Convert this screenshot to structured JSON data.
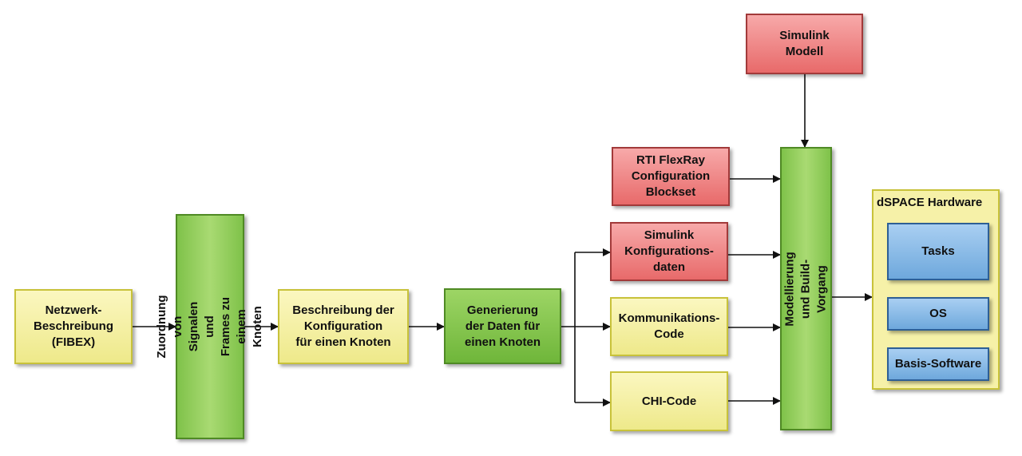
{
  "nodes": {
    "netzwerk": "Netzwerk-\nBeschreibung\n(FIBEX)",
    "zuordnung": "Zuordnung von Signalen\nund Frames zu einem Knoten",
    "beschreibung": "Beschreibung der\nKonfiguration\nfür einen Knoten",
    "generierung": "Generierung\nder Daten für\neinen Knoten",
    "simulink_modell": "Simulink\nModell",
    "rti": "RTI FlexRay\nConfiguration\nBlockset",
    "sim_konfig": "Simulink\nKonfigurations-\ndaten",
    "kommunikation": "Kommunikations-\nCode",
    "chi": "CHI-Code",
    "modellierung": "Modellierung und Build-Vorgang"
  },
  "hardware": {
    "title": "dSPACE Hardware",
    "tasks": "Tasks",
    "os": "OS",
    "basis": "Basis-Software"
  },
  "colors": {
    "yellow": "#eee98a",
    "green": "#7fc24a",
    "red": "#e86a6a",
    "blue": "#6ea8dc"
  }
}
